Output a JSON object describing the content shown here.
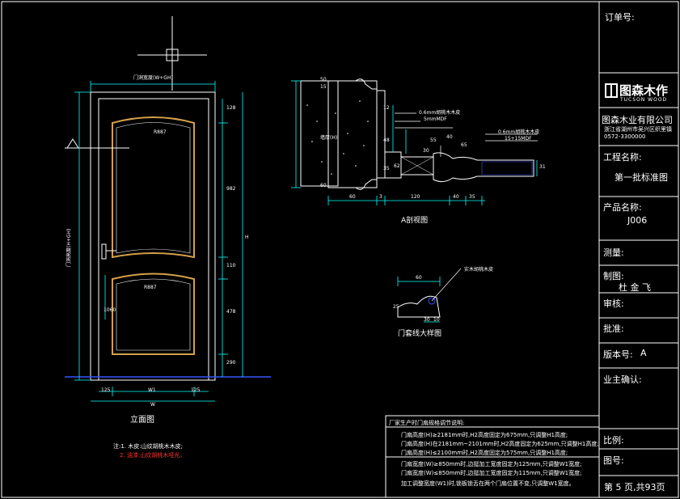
{
  "colors": {
    "background": "#000000",
    "line": "#ffffff",
    "dimension": "#00ffff",
    "panel": "#d4a04a",
    "accent": "#ff0000",
    "hatch": "#3355ff"
  },
  "title_block": {
    "order_no_label": "订单号:",
    "brand_cn": "图森木作",
    "brand_en": "TUCSON WOOD",
    "company_name": "图森木业有限公司",
    "company_address": "浙江省湖州市吴兴区织里镇",
    "company_phone": "0572-3300000",
    "project_label": "工程名称:",
    "project_value": "第一批标准图",
    "product_label": "产品名称:",
    "product_value": "J006",
    "survey_label": "测量:",
    "drafter_label": "制图:",
    "drafter_value": "杜 金 飞",
    "review_label": "审核:",
    "approve_label": "批准:",
    "version_label": "版本号:",
    "version_value": "A",
    "owner_label": "业主确认:",
    "scale_label": "比例:",
    "drawing_no_label": "图号:",
    "page_info": "第 5 页,共93页"
  },
  "drawing": {
    "front_view_title": "立面图",
    "section_a_title": "A剖视图",
    "trim_detail_title": "门套线大样图",
    "door_width_label": "门洞宽度(W+GH)",
    "door_height_label": "门洞高度(H+GH)",
    "note_line1": "注:1. 木皮:山纹胡桃木木皮;",
    "note_line2": "2. 油漆:山纹胡桃木哑光。",
    "veneer_note1": "0.6mm胡桃木木皮",
    "veneer_note2": "0.6mm胡桃木木皮",
    "mdf_note": "5mmMDF",
    "mdf_note2": "15+15MDF",
    "trim_veneer_note": "实木胡桃木皮",
    "dims_front": {
      "top_rail": "128",
      "panel_height": "982",
      "mid_rail": "110",
      "bottom_panel": "478",
      "bottom_rail": "290",
      "overall": "H",
      "side_left": "125",
      "side_right": "125",
      "inner": "W1",
      "width": "W",
      "arc_top": "R887",
      "arc_mid": "R887",
      "handle_height": "1060"
    },
    "dims_section": {
      "top1": "50",
      "top2": "15",
      "top3": "60",
      "wall": "墙厚(H)",
      "left": "60",
      "gap": "3",
      "mid": "120",
      "r1": "40",
      "r2": "35",
      "d12": "12",
      "d48": "48",
      "d35": "35",
      "d40": "40",
      "d31": "31",
      "d30": "30",
      "d55": "55",
      "d65": "65",
      "d62": "62"
    },
    "dims_trim": {
      "w": "60",
      "a": "30",
      "b": "10",
      "c": "25"
    }
  },
  "spec_notes": {
    "title": "厂家生产时门扇规格调节说明:",
    "lines": [
      "门扇高度(H)≥2181mm时,H2高度固定为675mm,只调整H1高度;",
      "门扇高度(H)在2181mm~2101mm时,H2高度固定为625mm,只调整H1高度;",
      "门扇高度(H)≤2100mm时,H2高度固定为575mm,只调整H1高度;",
      "门扇宽度(W)≥850mm时,边挺加工宽度固定为125mm,只调整W1宽度;",
      "门扇宽度(W)≤850mm时,边挺加工宽度固定为115mm,只调整W1宽度;",
      "加工调整宽度(W1)时,锁板锁舌在两个门扇位置不变,只调整W1宽度。"
    ]
  }
}
